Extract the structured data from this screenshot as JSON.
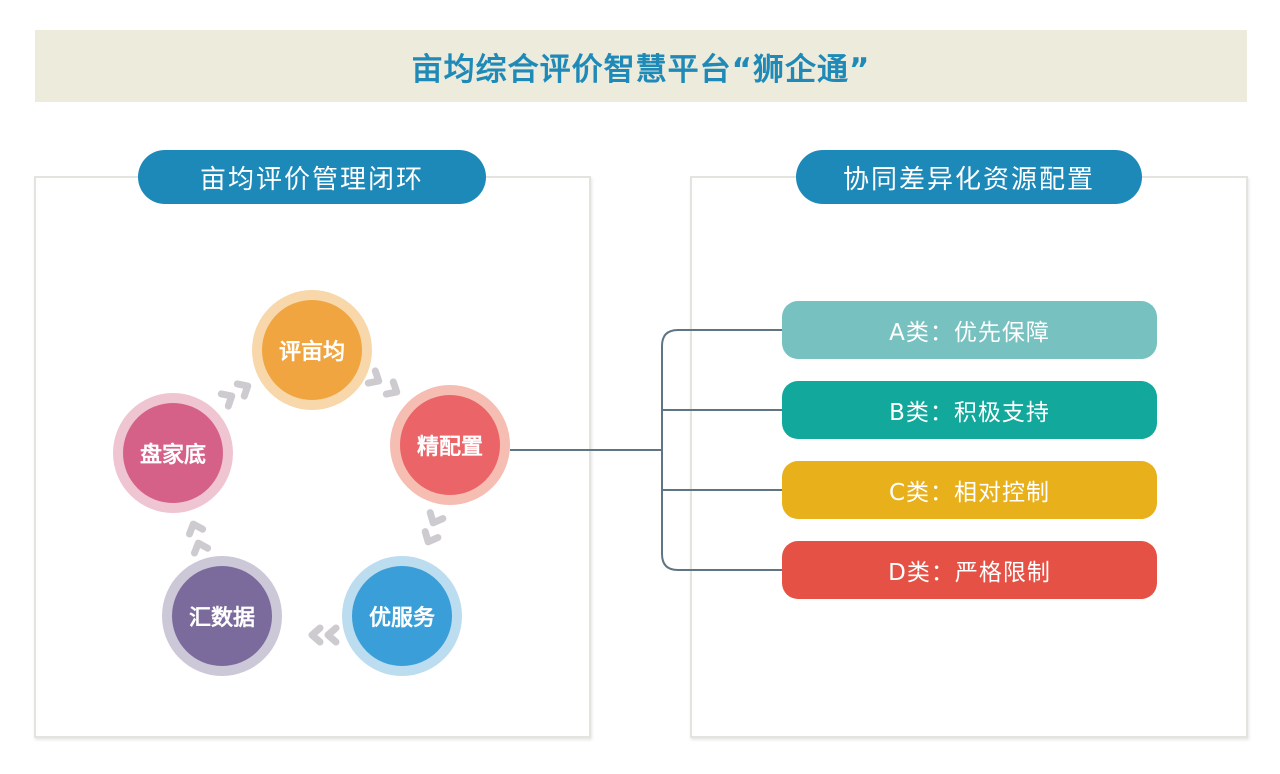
{
  "header": {
    "title": "亩均综合评价智慧平台“狮企通”"
  },
  "left_panel": {
    "title": "亩均评价管理闭环",
    "cycle_nodes": [
      {
        "id": "evaluate",
        "label": "评亩均",
        "color": "#f0a540",
        "ring": "#f8d7aa"
      },
      {
        "id": "allocate",
        "label": "精配置",
        "color": "#ea6468",
        "ring": "#f6bdb2"
      },
      {
        "id": "service",
        "label": "优服务",
        "color": "#3a9fd8",
        "ring": "#bcdcf0"
      },
      {
        "id": "data",
        "label": "汇数据",
        "color": "#7a6b9c",
        "ring": "#cdc8d8"
      },
      {
        "id": "inventory",
        "label": "盘家底",
        "color": "#d56189",
        "ring": "#efc5d2"
      }
    ],
    "arrow_color": "#cdcbd0",
    "cycle_direction": "clockwise"
  },
  "right_panel": {
    "title": "协同差异化资源配置",
    "connector_color": "#5f7584",
    "categories": [
      {
        "label": "A类：优先保障",
        "color": "#77c1c0"
      },
      {
        "label": "B类：积极支持",
        "color": "#12a89c"
      },
      {
        "label": "C类：相对控制",
        "color": "#e8b01b"
      },
      {
        "label": "D类：严格限制",
        "color": "#e55245"
      }
    ]
  },
  "colors": {
    "title_text": "#1f8ab8",
    "title_bar_bg": "#edebdc",
    "header_pill_bg": "#1c89b8"
  }
}
